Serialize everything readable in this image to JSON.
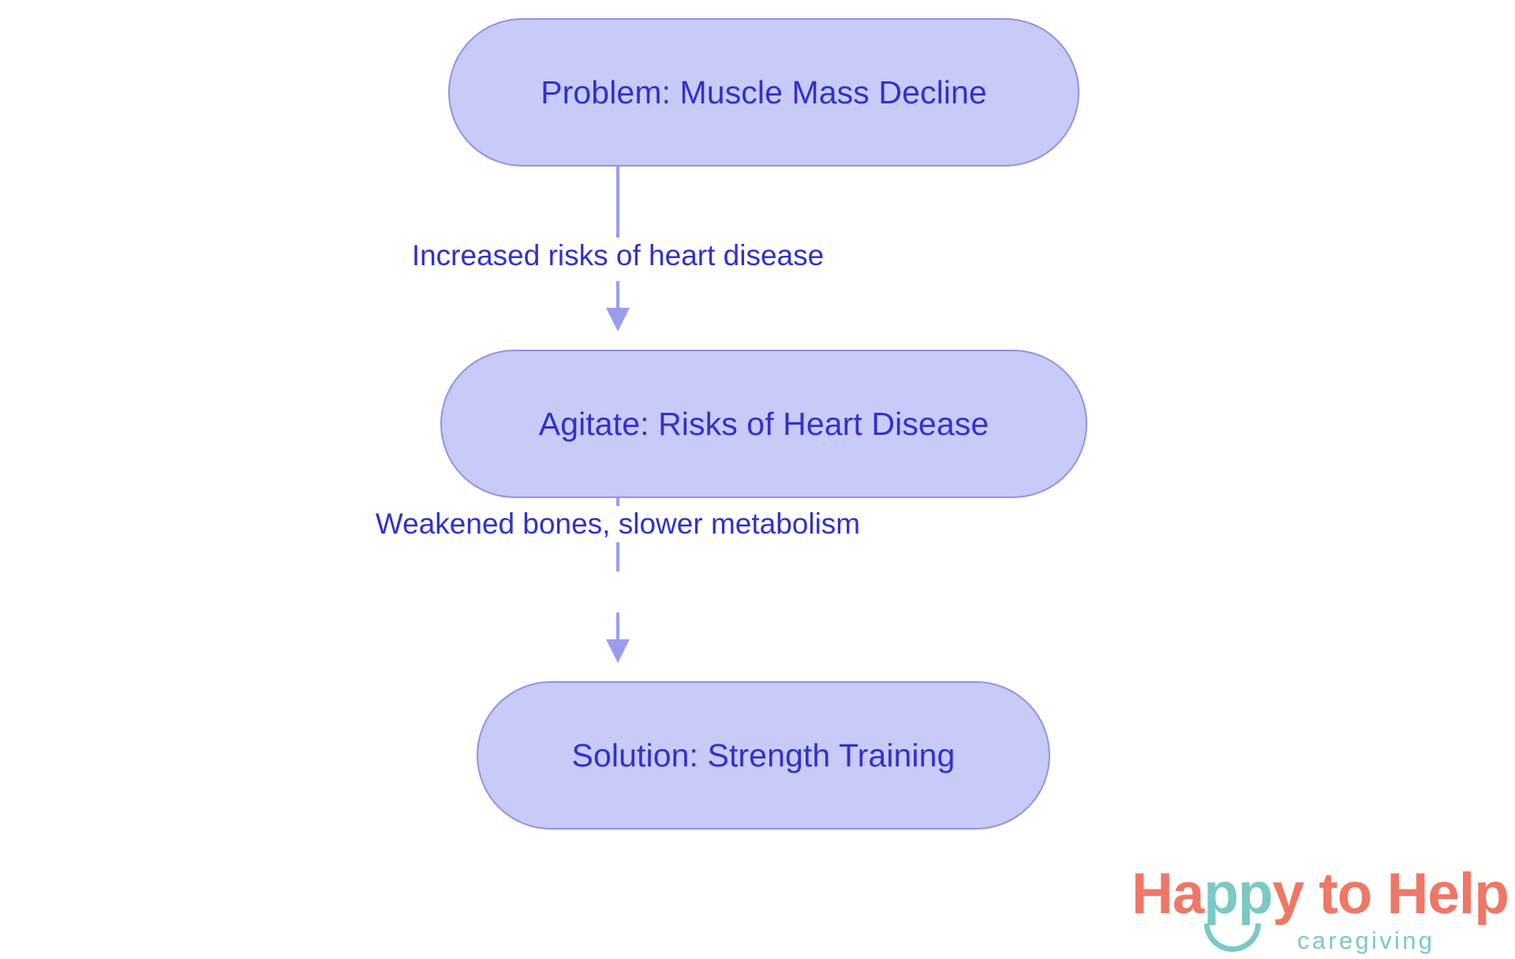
{
  "diagram": {
    "type": "flowchart",
    "direction": "top-to-bottom",
    "nodes": [
      {
        "id": "problem",
        "label": "Problem: Muscle Mass Decline",
        "shape": "stadium"
      },
      {
        "id": "agitate",
        "label": "Agitate: Risks of Heart Disease",
        "shape": "stadium"
      },
      {
        "id": "solution",
        "label": "Solution: Strength Training",
        "shape": "stadium"
      }
    ],
    "edges": [
      {
        "from": "problem",
        "to": "agitate",
        "label": "Increased risks of heart disease"
      },
      {
        "from": "agitate",
        "to": "solution",
        "label": "Weakened bones, slower metabolism"
      }
    ],
    "colors": {
      "node_fill": "#c8caf8",
      "node_border": "#9093e8",
      "node_text": "#3131cc",
      "edge_line": "#9a9cee",
      "edge_label_text": "#3131cc",
      "background": "#ffffff"
    }
  },
  "logo": {
    "word_part_1": "Ha",
    "word_part_2": "pp",
    "word_part_3": "y",
    "word_part_4": " to Help",
    "tagline": "caregiving",
    "colors": {
      "coral": "#ef7766",
      "teal": "#7bc9c4"
    }
  }
}
